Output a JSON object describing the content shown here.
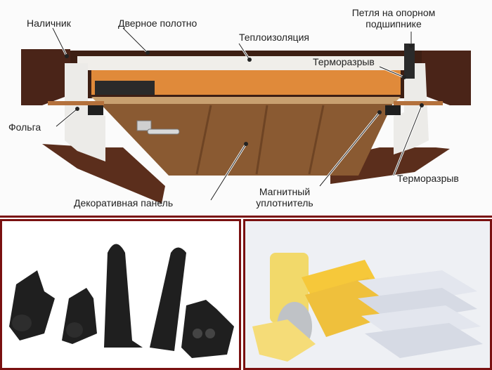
{
  "labels": {
    "nalichnik": "Наличник",
    "dvernoe_polotno": "Дверное полотно",
    "petlya_line1": "Петля на опорном",
    "petlya_line2": "подшипнике",
    "teploizolyaciya": "Теплоизоляция",
    "termorazryv_top": "Терморазрыв",
    "folga": "Фольга",
    "termorazryv_bottom": "Терморазрыв",
    "magnitny_line1": "Магнитный",
    "magnitny_line2": "уплотнитель",
    "dekorativnaya": "Декоративная панель"
  },
  "colors": {
    "frame": "#4a2418",
    "wood": "#8a5a32",
    "insulation": "#f0eeea",
    "orange_layer": "#e08a3a",
    "border": "#7a1010",
    "rubber": "#1f1f1f",
    "wool": "#f2d96a",
    "foam": "#dfe3ec"
  }
}
